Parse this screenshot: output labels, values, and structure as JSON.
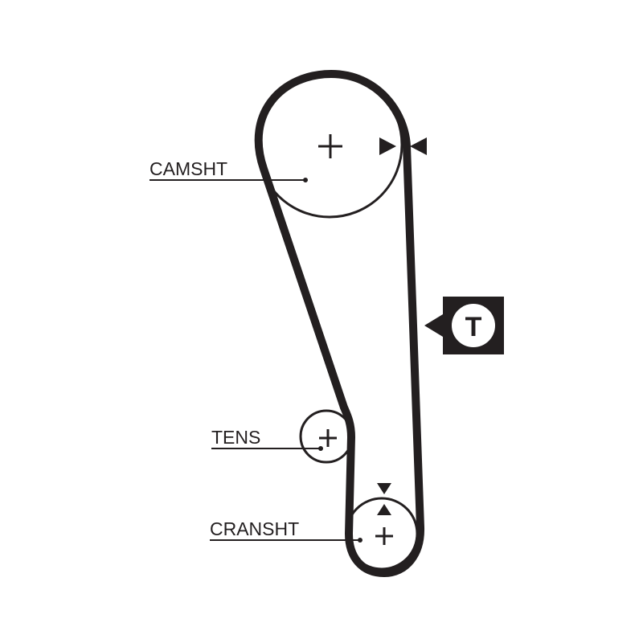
{
  "labels": {
    "camshaft": "CAMSHT",
    "tensioner": "TENS",
    "crankshaft": "CRANSHT",
    "tension_badge": "T"
  },
  "colors": {
    "belt": "#231f20",
    "badge_bg": "#231f20",
    "badge_fg": "#231f20",
    "background": "#ffffff"
  }
}
